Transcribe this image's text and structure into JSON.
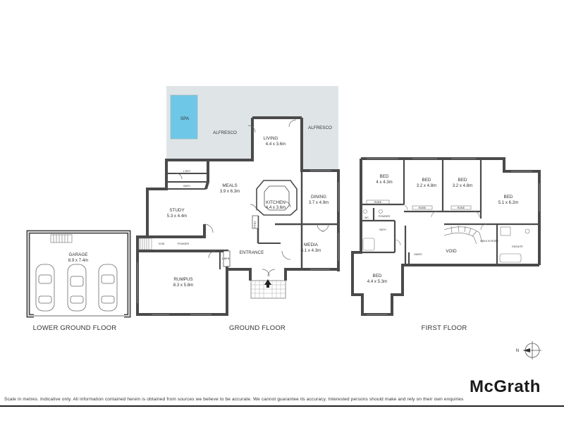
{
  "floors": {
    "lower": "LOWER GROUND FLOOR",
    "ground": "GROUND FLOOR",
    "first": "FIRST FLOOR"
  },
  "rooms": {
    "garage": {
      "name": "GARAGE",
      "dim": "8.9 x 7.4m"
    },
    "spa": {
      "name": "SPA"
    },
    "alfresco_left": {
      "name": "ALFRESCO"
    },
    "alfresco_right": {
      "name": "ALFRESCO"
    },
    "living": {
      "name": "LIVING",
      "dim": "4.4 x 3.6m"
    },
    "lndry": {
      "name": "L'DRY"
    },
    "bath_ground": {
      "name": "BATH"
    },
    "meals": {
      "name": "MEALS",
      "dim": "3.9 x 6.3m"
    },
    "kitchen": {
      "name": "KITCHEN",
      "dim": "4.4 x 3.6m"
    },
    "dining": {
      "name": "DINING",
      "dim": "3.7 x 4.9m"
    },
    "study": {
      "name": "STUDY",
      "dim": "5.3 x 4.4m"
    },
    "void_ground": {
      "name": "VOID"
    },
    "powder_ground": {
      "name": "POWDER"
    },
    "entrance": {
      "name": "ENTRANCE"
    },
    "media": {
      "name": "MEDIA",
      "dim": "4.1 x 4.3m"
    },
    "rumpus": {
      "name": "RUMPUS",
      "dim": "8.3 x 5.8m"
    },
    "bed1": {
      "name": "BED",
      "dim": "4 x 4.3m"
    },
    "bed2": {
      "name": "BED",
      "dim": "3.2 x 4.8m"
    },
    "bed3": {
      "name": "BED",
      "dim": "3.2 x 4.8m"
    },
    "bed4": {
      "name": "BED",
      "dim": "5.1 x 6.2m"
    },
    "wc": {
      "name": "WC"
    },
    "powder_first": {
      "name": "POWDER"
    },
    "bath_first": {
      "name": "BATH"
    },
    "lndry_first": {
      "name": "LNDRY"
    },
    "void_first": {
      "name": "VOID"
    },
    "walk_in_robe": {
      "name": "WALK IN ROBE"
    },
    "ensuite": {
      "name": "ENSUITE"
    },
    "bed5": {
      "name": "BED",
      "dim": "4.4 x 5.3m"
    }
  },
  "fixtures": {
    "robe": "ROBE",
    "pantry": "PTRY",
    "linen": "LINEN"
  },
  "compass": {
    "label": "N"
  },
  "brand": "McGrath",
  "disclaimer": "Scale in metres. Indicative only. All information contained herein is obtained from sources we believe to be accurate. We cannot guarantee its accuracy. Interested persons should make and rely on their own enquiries",
  "colors": {
    "outdoor": "#dfe5e7",
    "spa": "#6fc7e7",
    "wall": "#4a4a4a"
  }
}
